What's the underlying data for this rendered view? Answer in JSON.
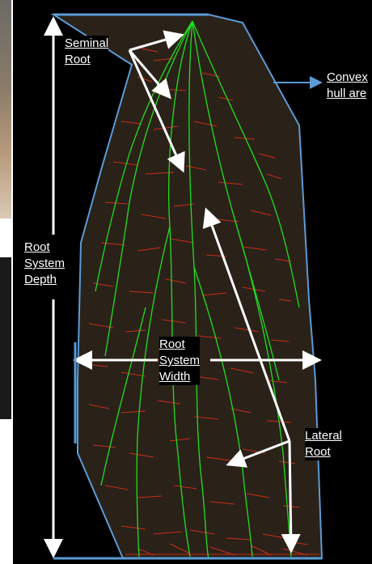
{
  "labels": {
    "seminal_root": [
      "Seminal",
      "Root"
    ],
    "convex_hull": [
      "Convex",
      "hull are"
    ],
    "root_system_depth": [
      "Root",
      "System",
      "Depth"
    ],
    "root_system_width": [
      "Root",
      "System",
      "Width"
    ],
    "lateral_root": [
      "Lateral",
      "Root"
    ]
  },
  "colors": {
    "hull_outline": "#5b9bd5",
    "hull_fill": "#2a2219",
    "seminal_root": "#22dd22",
    "lateral_root": "#cc2a1c",
    "arrows": "#ffffff"
  }
}
